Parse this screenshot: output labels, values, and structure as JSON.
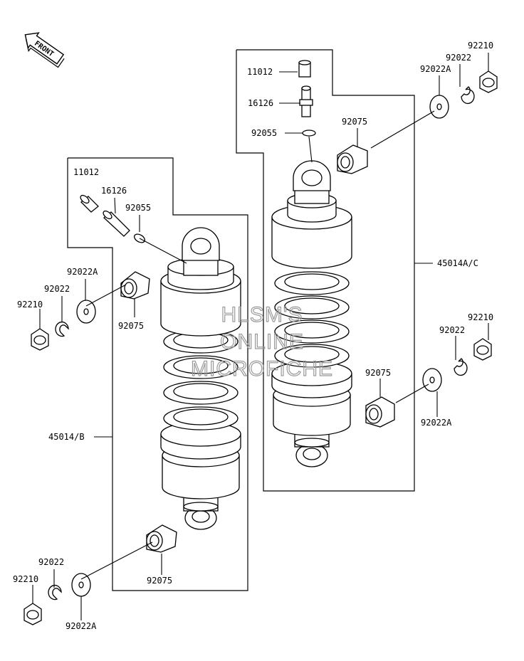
{
  "front_label": "FRONT",
  "watermark": [
    "HLSM'S",
    "ONLINE",
    "MICROFICHE"
  ],
  "labels": {
    "l_11012_left": "11012",
    "l_16126_left": "16126",
    "l_92055_left": "92055",
    "l_92022A_left_top": "92022A",
    "l_92022_left_top": "92022",
    "l_92210_left_top": "92210",
    "l_92075_left_top": "92075",
    "l_45014B": "45014/B",
    "l_92075_left_bottom": "92075",
    "l_92022_left_bottom": "92022",
    "l_92210_left_bottom": "92210",
    "l_92022A_left_bottom": "92022A",
    "l_11012_right": "11012",
    "l_16126_right": "16126",
    "l_92055_right": "92055",
    "l_92075_right_top": "92075",
    "l_92210_right_top": "92210",
    "l_92022_right_top": "92022",
    "l_92022A_right_top": "92022A",
    "l_45014AC": "45014A/C",
    "l_92210_right_mid": "92210",
    "l_92022_right_mid": "92022",
    "l_92075_right_mid": "92075",
    "l_92022A_right_mid": "92022A"
  }
}
